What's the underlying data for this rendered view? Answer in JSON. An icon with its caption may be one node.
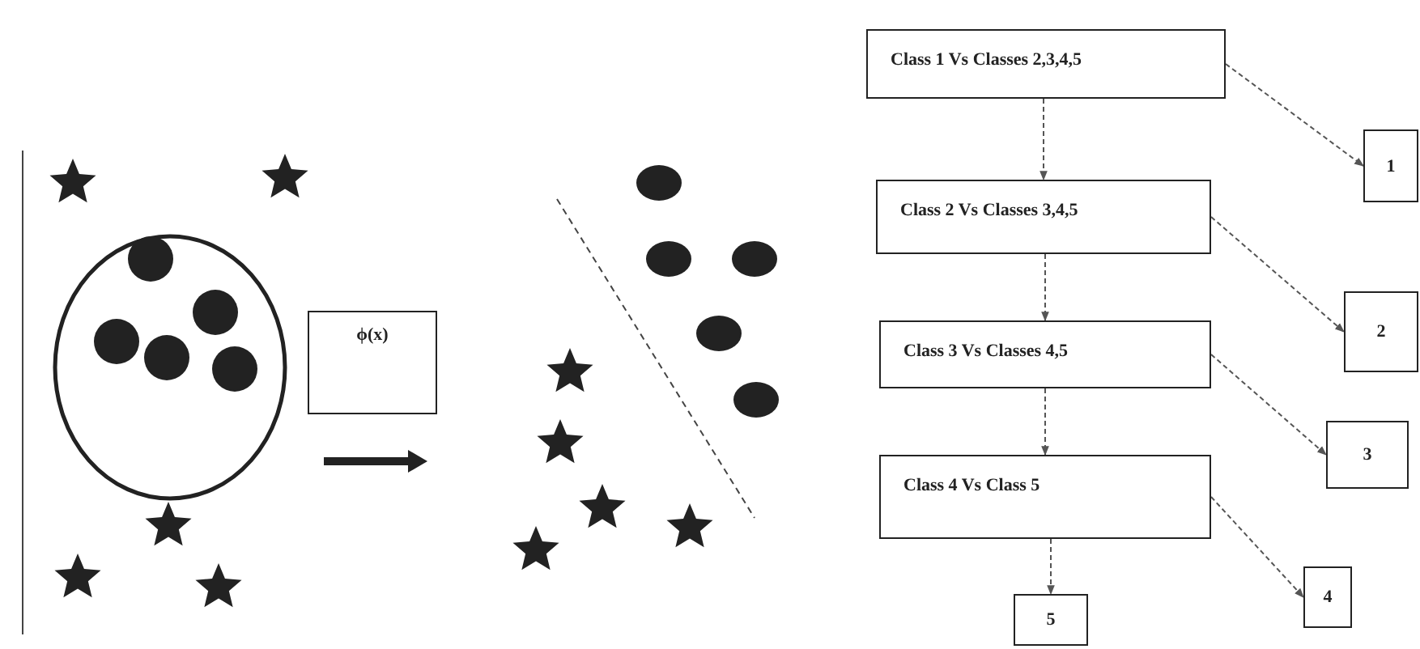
{
  "diagram": {
    "nodes": [
      {
        "text": [
          "Class 1 Vs Classes 2,3,4,5"
        ]
      },
      {
        "text": [
          "Class 2 Vs Classes 3,4,5"
        ]
      },
      {
        "text": [
          "Class 3 Vs Classes 4,5"
        ]
      },
      {
        "text": [
          "Class 4 Vs Class 5"
        ]
      },
      {
        "text": [
          "5"
        ]
      },
      {
        "text": [
          "1"
        ]
      },
      {
        "text": [
          "2"
        ]
      },
      {
        "text": [
          "3"
        ]
      },
      {
        "text": [
          "4"
        ]
      },
      {
        "text": [
          "ϕ(x)"
        ]
      }
    ],
    "edges": [
      {
        "from": 0,
        "to": 1,
        "arrow": "to",
        "style": "dashed"
      },
      {
        "from": 1,
        "to": 2,
        "arrow": "to",
        "style": "dashed"
      },
      {
        "from": 2,
        "to": 3,
        "arrow": "to",
        "style": "dashed"
      },
      {
        "from": 3,
        "to": 4,
        "arrow": "to",
        "style": "dashed"
      },
      {
        "from": 0,
        "to": 5,
        "arrow": "to",
        "style": "dashed"
      },
      {
        "from": 1,
        "to": 6,
        "arrow": "to",
        "style": "dashed"
      },
      {
        "from": 2,
        "to": 7,
        "arrow": "to",
        "style": "dashed"
      },
      {
        "from": 3,
        "to": 8,
        "arrow": "to",
        "style": "dashed"
      }
    ]
  }
}
